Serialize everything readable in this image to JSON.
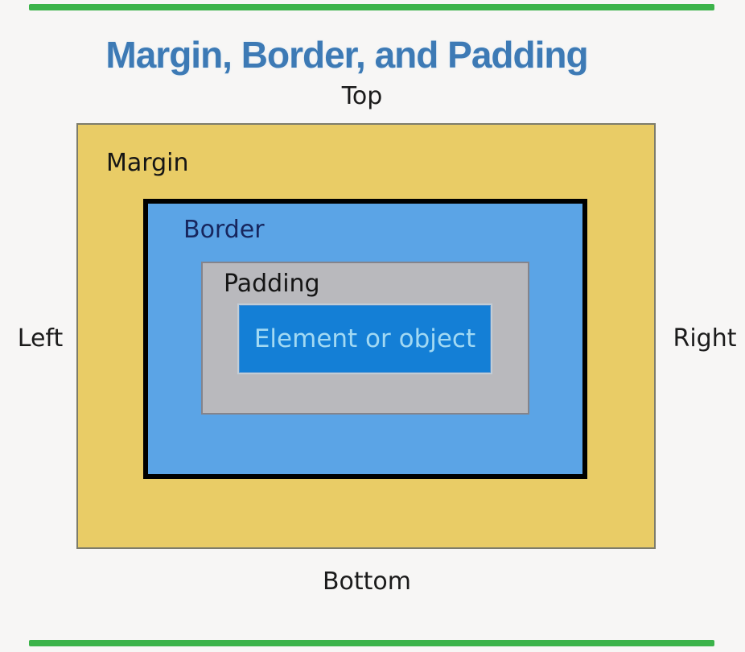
{
  "page": {
    "background_color": "#f7f6f5",
    "decor": {
      "top_bar_color": "#3cb34a",
      "bottom_bar_color": "#3cb34a"
    }
  },
  "title": {
    "text": "Margin, Border, and Padding",
    "color": "#3d7ab5"
  },
  "direction_labels": {
    "top": "Top",
    "left": "Left",
    "right": "Right",
    "bottom": "Bottom",
    "color": "#1b1b1b"
  },
  "boxes": {
    "margin": {
      "label": "Margin",
      "fill": "#e9cc66",
      "border_color": "#7d7c6b",
      "label_color": "#151515"
    },
    "border": {
      "label": "Border",
      "fill": "#5ba4e6",
      "border_color": "#000000",
      "label_color": "#17265e"
    },
    "padding": {
      "label": "Padding",
      "fill": "#b9b9bd",
      "border_color": "#84848c",
      "label_color": "#151515"
    },
    "element": {
      "label": "Element or object",
      "fill": "#147fd6",
      "border_color": "#c2cdd6",
      "label_color": "#a2d9f3"
    }
  }
}
